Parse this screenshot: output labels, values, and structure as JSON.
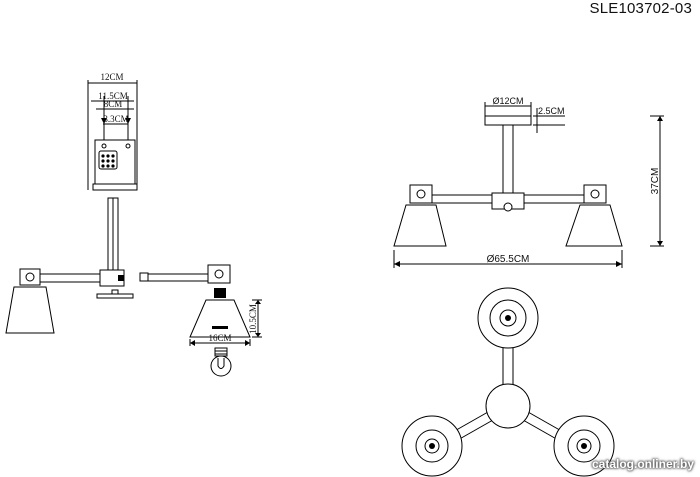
{
  "model": "SLE103702-03",
  "watermark": "catalog.onliner.by",
  "left_view": {
    "box_width": "12CM",
    "inner_width": "11.5CM",
    "hole_spacing": "8CM",
    "hole_offset": "3.3CM",
    "shade_height": "10.5CM",
    "shade_diameter": "16CM"
  },
  "front_view": {
    "canopy_diameter": "Ø12CM",
    "canopy_height": "2.5CM",
    "total_height": "37CM",
    "total_diameter": "Ø65.5CM"
  }
}
